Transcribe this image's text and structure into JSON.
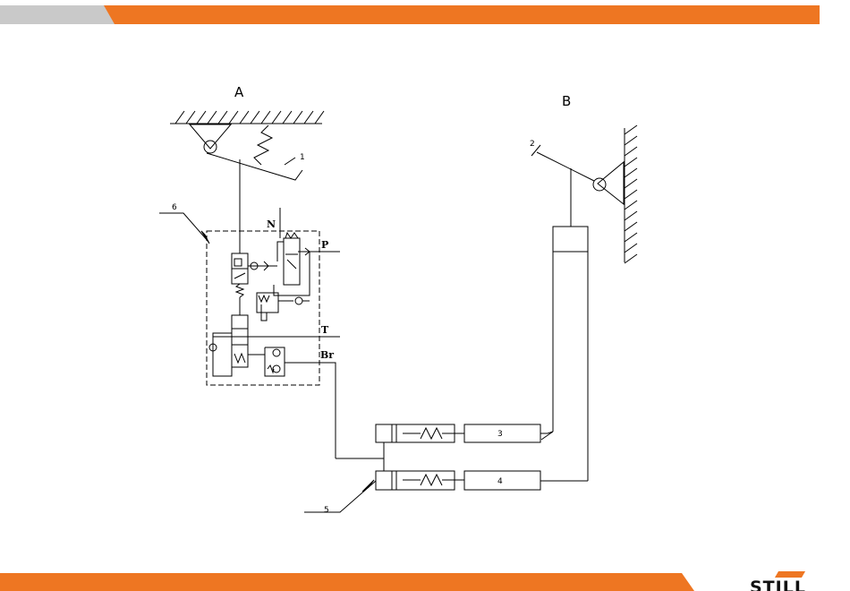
{
  "colors": {
    "accent": "#ee7622",
    "header_grey": "#c9c9c9",
    "line": "#000000"
  },
  "diagram": {
    "panel_a_label": "A",
    "panel_b_label": "B",
    "callouts": {
      "c1": "1",
      "c2": "2",
      "c3": "3",
      "c4": "4",
      "c5": "5",
      "c6": "6"
    },
    "ports": {
      "n": "N",
      "p": "P",
      "t": "T",
      "br": "Br"
    }
  },
  "brand": {
    "logo_text": "STILL"
  }
}
